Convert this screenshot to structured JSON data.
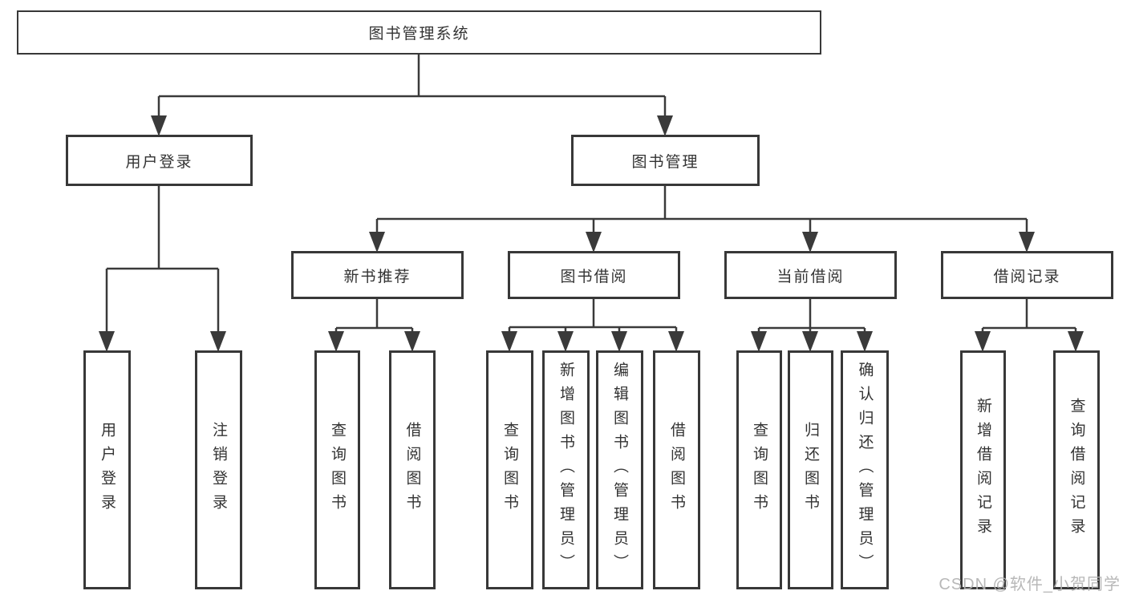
{
  "diagram_title": "图书管理系统",
  "tree": {
    "root": {
      "label": "图书管理系统"
    },
    "branches": [
      {
        "label": "用户登录",
        "children": [
          {
            "label": "用户登录"
          },
          {
            "label": "注销登录"
          }
        ]
      },
      {
        "label": "图书管理",
        "children": [
          {
            "label": "新书推荐",
            "children": [
              {
                "label": "查询图书"
              },
              {
                "label": "借阅图书"
              }
            ]
          },
          {
            "label": "图书借阅",
            "children": [
              {
                "label": "查询图书"
              },
              {
                "label": "新增图书（管理员）"
              },
              {
                "label": "编辑图书（管理员）"
              },
              {
                "label": "借阅图书"
              }
            ]
          },
          {
            "label": "当前借阅",
            "children": [
              {
                "label": "查询图书"
              },
              {
                "label": "归还图书"
              },
              {
                "label": "确认归还（管理员）"
              }
            ]
          },
          {
            "label": "借阅记录",
            "children": [
              {
                "label": "新增借阅记录"
              },
              {
                "label": "查询借阅记录"
              }
            ]
          }
        ]
      }
    ]
  },
  "watermark": {
    "text": "CSDN @软件_小贺同学"
  },
  "colors": {
    "line": "#3a3a3a",
    "box_border": "#383838",
    "text": "#333333",
    "watermark": "#b2b2b2",
    "background": "#ffffff"
  }
}
